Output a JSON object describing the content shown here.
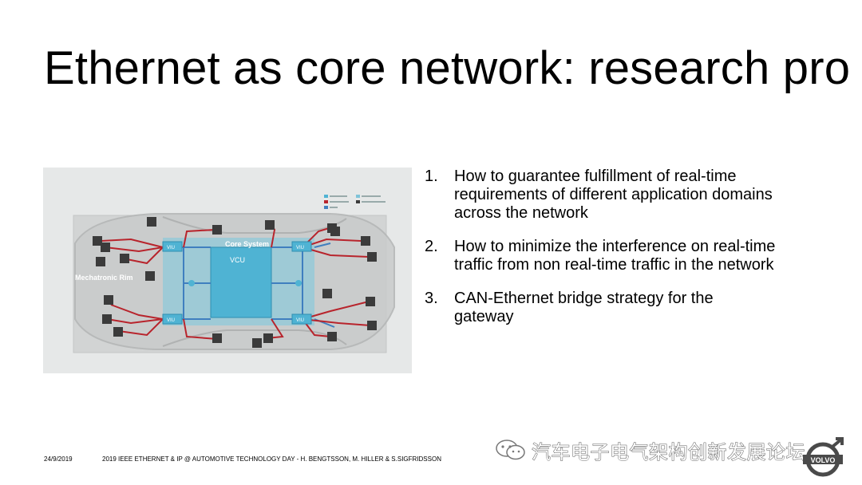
{
  "slide": {
    "title": "Ethernet as core network: research pro"
  },
  "figure": {
    "labels": {
      "core_system": "Core System",
      "vcu": "VCU",
      "mechatronic_rim": "Mechatronic Rim",
      "viu": "VIU"
    },
    "colors": {
      "ethernet": "#3f7fbf",
      "can": "#b8242c",
      "core_zone": "#7fc3d8",
      "vcu_box": "#4fb3d3",
      "node": "#3b3b3b"
    }
  },
  "questions": [
    {
      "num": "1.",
      "text": "How to guarantee fulfillment of real-time requirements of different application domains across the network"
    },
    {
      "num": "2.",
      "text": "How to minimize the interference on real-time traffic from non real-time traffic in the network"
    },
    {
      "num": "3.",
      "text": "CAN-Ethernet bridge strategy for the gateway"
    }
  ],
  "footer": {
    "date": "24/9/2019",
    "text": "2019 IEEE ETHERNET & IP @ AUTOMOTIVE TECHNOLOGY DAY - H. BENGTSSON, M. HILLER & S.SIGFRIDSSON"
  },
  "watermark": {
    "text": "汽车电子电气架构创新发展论坛",
    "icon": "wechat-icon"
  },
  "logo": {
    "text": "VOLVO",
    "icon": "volvo-logo-icon"
  }
}
